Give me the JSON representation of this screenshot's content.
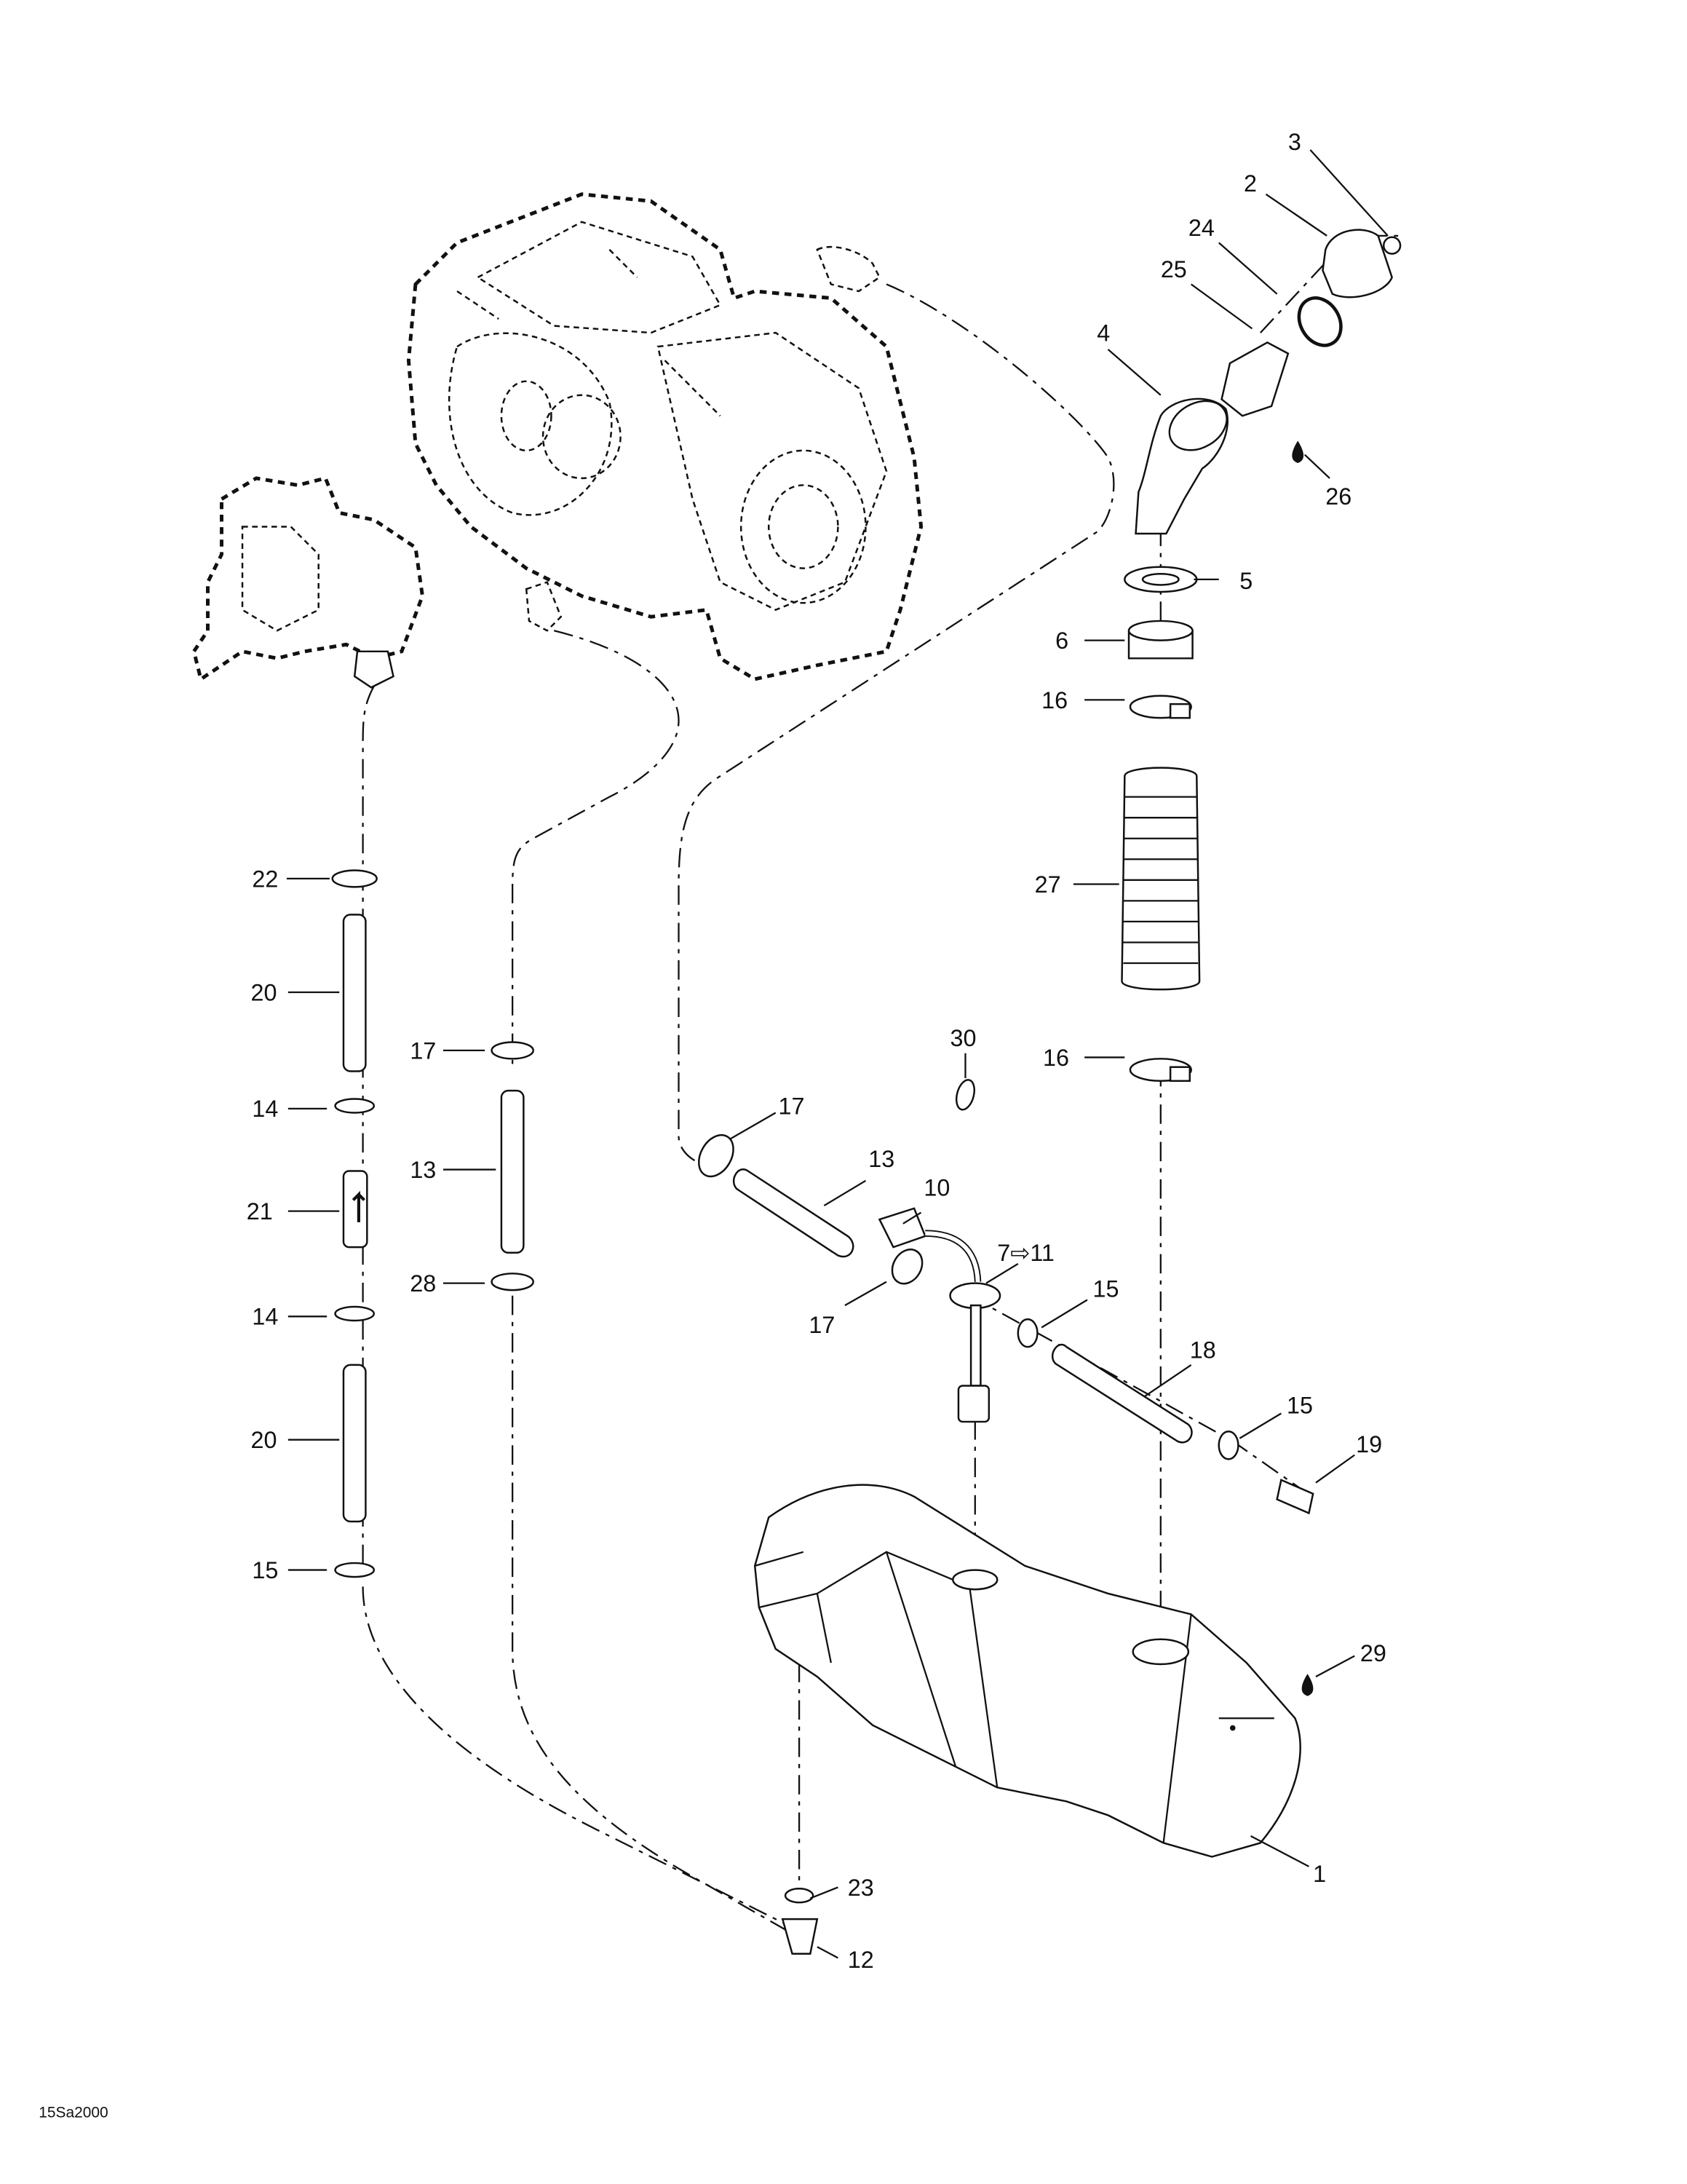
{
  "diagram": {
    "reference_code": "15Sa2000",
    "callouts": [
      {
        "id": "c3",
        "label": "3"
      },
      {
        "id": "c2",
        "label": "2"
      },
      {
        "id": "c24",
        "label": "24"
      },
      {
        "id": "c25",
        "label": "25"
      },
      {
        "id": "c4",
        "label": "4"
      },
      {
        "id": "c26",
        "label": "26"
      },
      {
        "id": "c5",
        "label": "5"
      },
      {
        "id": "c6",
        "label": "6"
      },
      {
        "id": "c16a",
        "label": "16"
      },
      {
        "id": "c27",
        "label": "27"
      },
      {
        "id": "c16b",
        "label": "16"
      },
      {
        "id": "c30",
        "label": "30"
      },
      {
        "id": "c22",
        "label": "22"
      },
      {
        "id": "c20a",
        "label": "20"
      },
      {
        "id": "c14a",
        "label": "14"
      },
      {
        "id": "c21",
        "label": "21"
      },
      {
        "id": "c14b",
        "label": "14"
      },
      {
        "id": "c20b",
        "label": "20"
      },
      {
        "id": "c15a",
        "label": "15"
      },
      {
        "id": "c17a",
        "label": "17"
      },
      {
        "id": "c13a",
        "label": "13"
      },
      {
        "id": "c28",
        "label": "28"
      },
      {
        "id": "c17b",
        "label": "17"
      },
      {
        "id": "c13b",
        "label": "13"
      },
      {
        "id": "c10",
        "label": "10"
      },
      {
        "id": "c7_11",
        "label": "7⇨11"
      },
      {
        "id": "c17c",
        "label": "17"
      },
      {
        "id": "c15b",
        "label": "15"
      },
      {
        "id": "c18",
        "label": "18"
      },
      {
        "id": "c15c",
        "label": "15"
      },
      {
        "id": "c19",
        "label": "19"
      },
      {
        "id": "c29",
        "label": "29"
      },
      {
        "id": "c1",
        "label": "1"
      },
      {
        "id": "c23",
        "label": "23"
      },
      {
        "id": "c12",
        "label": "12"
      }
    ]
  }
}
